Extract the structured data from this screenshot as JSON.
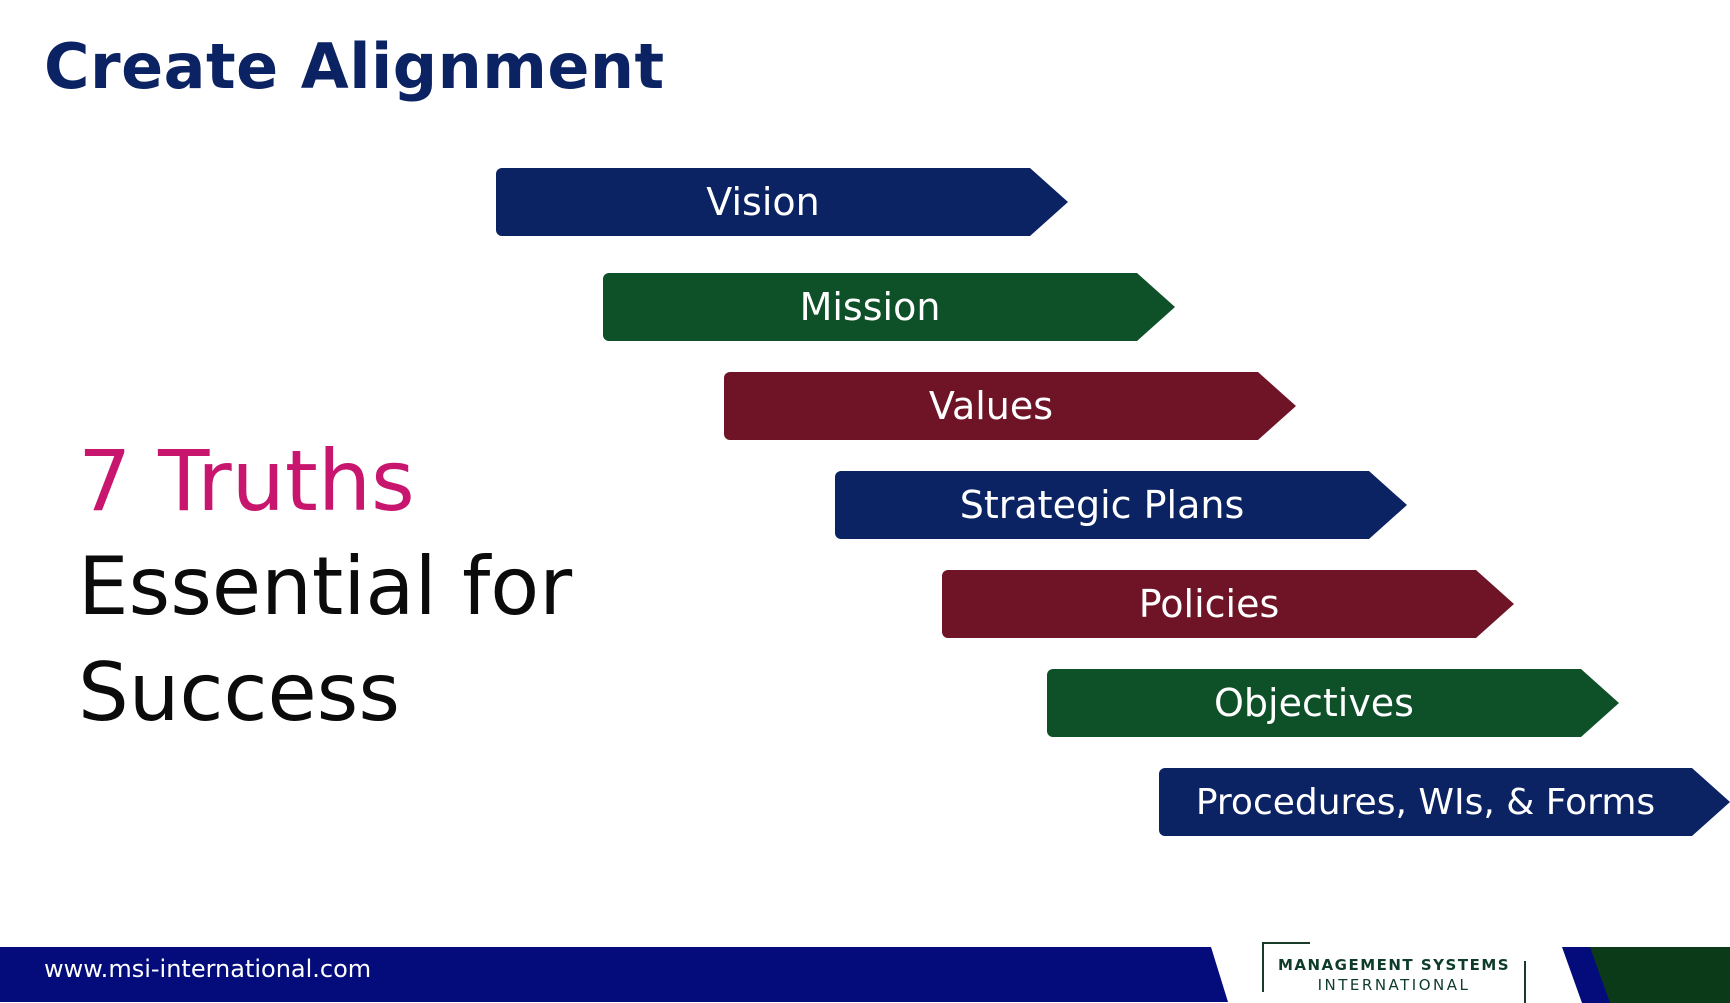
{
  "title": "Create Alignment",
  "lead": {
    "line1": "7 Truths",
    "line2": "Essential for",
    "line3": "Success"
  },
  "colors": {
    "navy": "#0b2263",
    "green": "#0e5028",
    "maroon": "#6e1426",
    "magenta": "#c8166e"
  },
  "steps": [
    {
      "label": "Vision",
      "color": "#0b2263"
    },
    {
      "label": "Mission",
      "color": "#0e5028"
    },
    {
      "label": "Values",
      "color": "#6e1426"
    },
    {
      "label": "Strategic Plans",
      "color": "#0b2263"
    },
    {
      "label": "Policies",
      "color": "#6e1426"
    },
    {
      "label": "Objectives",
      "color": "#0e5028"
    },
    {
      "label": "Procedures, WIs, & Forms",
      "color": "#0b2263"
    }
  ],
  "footer": {
    "url": "www.msi-international.com",
    "logo_line1": "MANAGEMENT SYSTEMS",
    "logo_line2": "INTERNATIONAL"
  }
}
